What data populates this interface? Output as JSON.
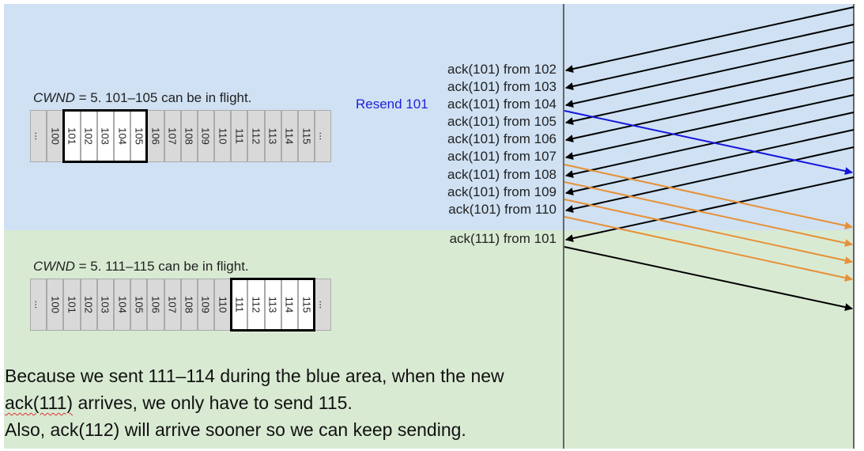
{
  "upper": {
    "cwnd_italic": "CWND",
    "cwnd_rest": " = 5. 101–105 can be in flight.",
    "cells": [
      "...",
      "100",
      "101",
      "102",
      "103",
      "104",
      "105",
      "106",
      "107",
      "108",
      "109",
      "110",
      "111",
      "112",
      "113",
      "114",
      "115",
      "..."
    ],
    "window": [
      "101",
      "105"
    ]
  },
  "lower": {
    "cwnd_italic": "CWND",
    "cwnd_rest": " = 5. 111–115 can be in flight.",
    "cells": [
      "...",
      "100",
      "101",
      "102",
      "103",
      "104",
      "105",
      "106",
      "107",
      "108",
      "109",
      "110",
      "111",
      "112",
      "113",
      "114",
      "115",
      "..."
    ],
    "window": [
      "111",
      "115"
    ]
  },
  "acks": [
    "ack(101) from 102",
    "ack(101) from 103",
    "ack(101) from 104",
    "ack(101) from 105",
    "ack(101) from 106",
    "ack(101) from 107",
    "ack(101) from 108",
    "ack(101) from 109",
    "ack(101) from 110",
    "ack(111) from 101"
  ],
  "resend_label": "Resend 101",
  "caption": {
    "line1": "Because we sent 111–114 during the blue area, when the new",
    "line2_word": "ack(111)",
    "line2_rest": " arrives, we only have to send 115.",
    "line3": "Also, ack(112) will arrive sooner so we can keep sending."
  },
  "colors": {
    "blue_area": "#cfe1f3",
    "green_area": "#d9ead3",
    "ack_arrow": "#000000",
    "resend_arrow": "#1515dd",
    "new_packet_arrow": "#e69138"
  }
}
